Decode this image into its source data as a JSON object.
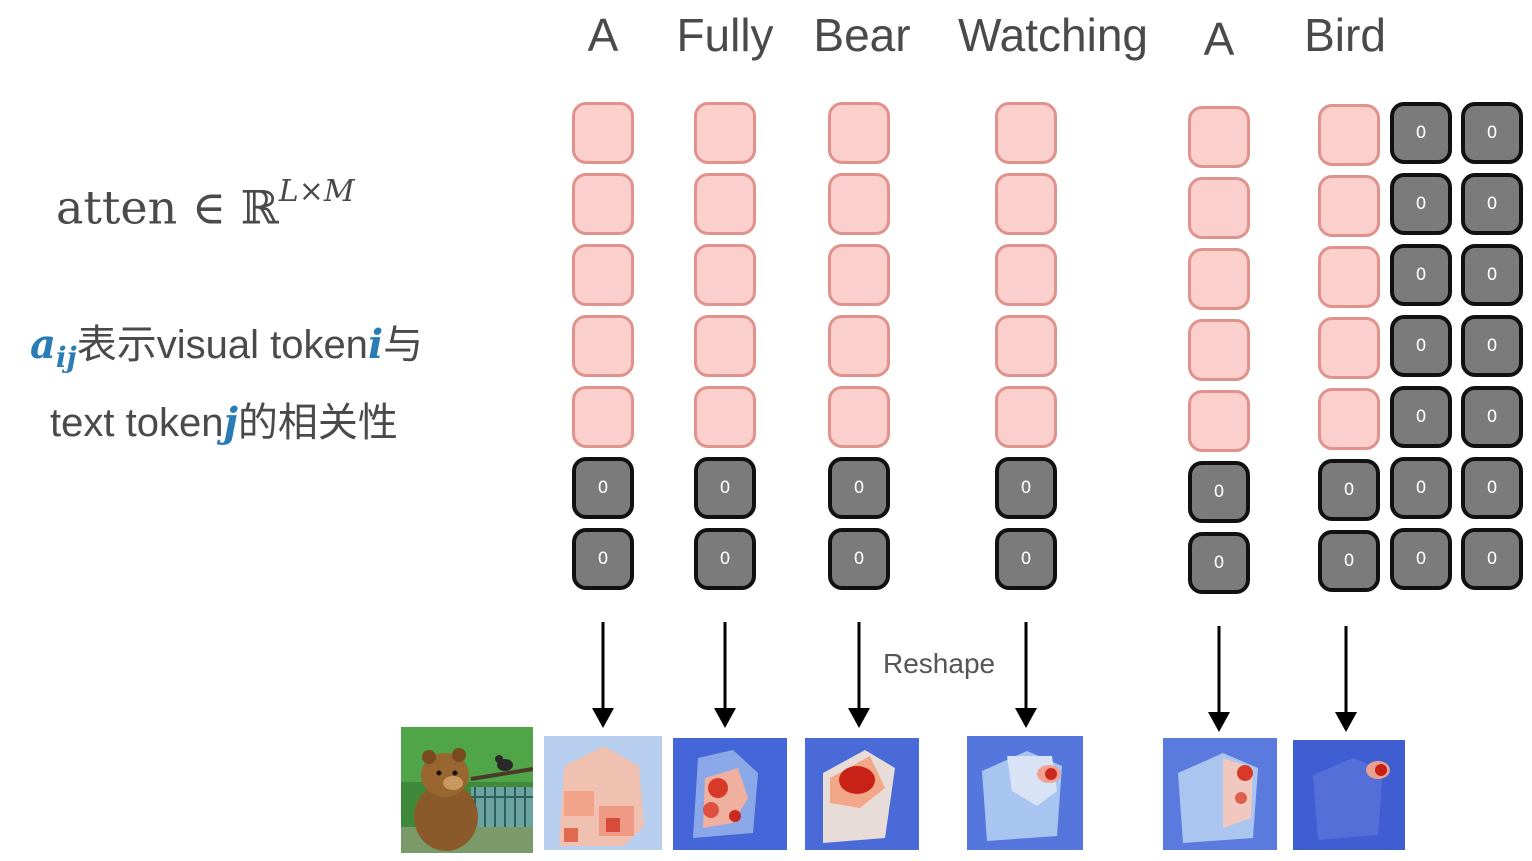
{
  "header_words": [
    "A",
    "Fully",
    "Bear",
    "Watching",
    "A",
    "Bird"
  ],
  "zero_label": "0",
  "reshape_label": "Reshape",
  "formula": {
    "base": "atten ∈ ℝ",
    "superscript": "L×M"
  },
  "description": {
    "line1_var": "a",
    "line1_sub": "ij",
    "line1_text": "表示visual token",
    "line1_var2": "i",
    "line1_end": "与",
    "line2_text": "text token",
    "line2_var": "j",
    "line2_end": "的相关性"
  },
  "colors": {
    "pink_fill": "#fbd0cc",
    "pink_border": "#e0928c",
    "zero_fill": "#7b7b7b",
    "accent_blue": "#2a7cb6",
    "heatmap_low": "#3f62d6",
    "heatmap_high": "#c41a1a"
  },
  "images": {
    "photo": "bear-and-bird-photo",
    "heatmaps": [
      "attention-heatmap-A",
      "attention-heatmap-Fully",
      "attention-heatmap-Bear",
      "attention-heatmap-Watching",
      "attention-heatmap-A-2",
      "attention-heatmap-Bird"
    ]
  }
}
